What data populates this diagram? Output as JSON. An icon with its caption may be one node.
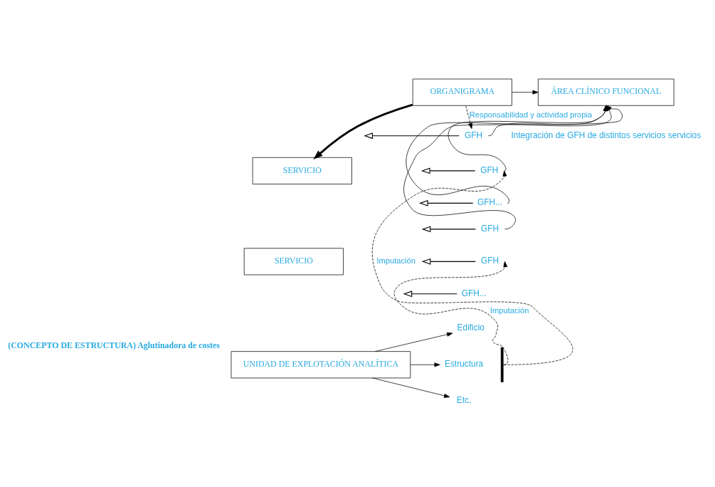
{
  "diagram": {
    "nodes": [
      {
        "text": [
          "ORGANIGRAMA"
        ]
      },
      {
        "text": [
          "ÁREA CLÍNICO FUNCIONAL"
        ]
      },
      {
        "text": [
          "SERVICIO"
        ]
      },
      {
        "text": [
          "GFH"
        ]
      },
      {
        "text": [
          "GFH"
        ]
      },
      {
        "text": [
          "GFH..."
        ]
      },
      {
        "text": [
          "SERVICIO"
        ]
      },
      {
        "text": [
          "GFH"
        ]
      },
      {
        "text": [
          "GFH"
        ]
      },
      {
        "text": [
          "GFH..."
        ]
      },
      {
        "text": [
          "UNIDAD DE EXPLOTACIÓN ANALÍTICA"
        ],
        "beside": [
          "(CONCEPTO DE ESTRUCTURA) Aglutinadora de costes"
        ]
      },
      {
        "text": [
          "Edificio"
        ]
      },
      {
        "text": [
          "Estructura"
        ]
      },
      {
        "text": [
          "Etc."
        ]
      },
      {
        "text": [],
        "shape": "brace"
      }
    ],
    "edges": [
      {
        "from": 0,
        "to": 1,
        "arrow": "to"
      },
      {
        "from": 0,
        "to": 2,
        "arrow": "to",
        "style": "thick"
      },
      {
        "from": 0,
        "to": 3,
        "arrow": "to",
        "label": "Responsabilidad y actividad propia",
        "style": "dashed"
      },
      {
        "from": 3,
        "to": 1,
        "arrow": "to"
      },
      {
        "from": 4,
        "to": 1,
        "arrow": "to"
      },
      {
        "from": 5,
        "to": 1,
        "arrow": "to"
      },
      {
        "from": 7,
        "to": 1,
        "arrow": "to"
      },
      {
        "from": 3,
        "to": null,
        "arrow": "to"
      },
      {
        "from": 4,
        "to": null,
        "arrow": "to"
      },
      {
        "from": 5,
        "to": null,
        "arrow": "to"
      },
      {
        "from": 7,
        "to": null,
        "arrow": "to"
      },
      {
        "from": 8,
        "to": null,
        "arrow": "to"
      },
      {
        "from": 9,
        "to": null,
        "arrow": "to"
      },
      {
        "from": 10,
        "to": 11,
        "arrow": "to"
      },
      {
        "from": 10,
        "to": 12,
        "arrow": "to"
      },
      {
        "from": 10,
        "to": 13,
        "arrow": "to"
      },
      {
        "from": 14,
        "to": 4,
        "arrow": "to",
        "label": "Imputación",
        "style": "dashed"
      },
      {
        "from": 14,
        "to": 8,
        "arrow": "to",
        "label": "Imputación",
        "style": "dashed"
      }
    ],
    "labels": [
      "Integración de GFH de distintos servicios servicios"
    ]
  }
}
